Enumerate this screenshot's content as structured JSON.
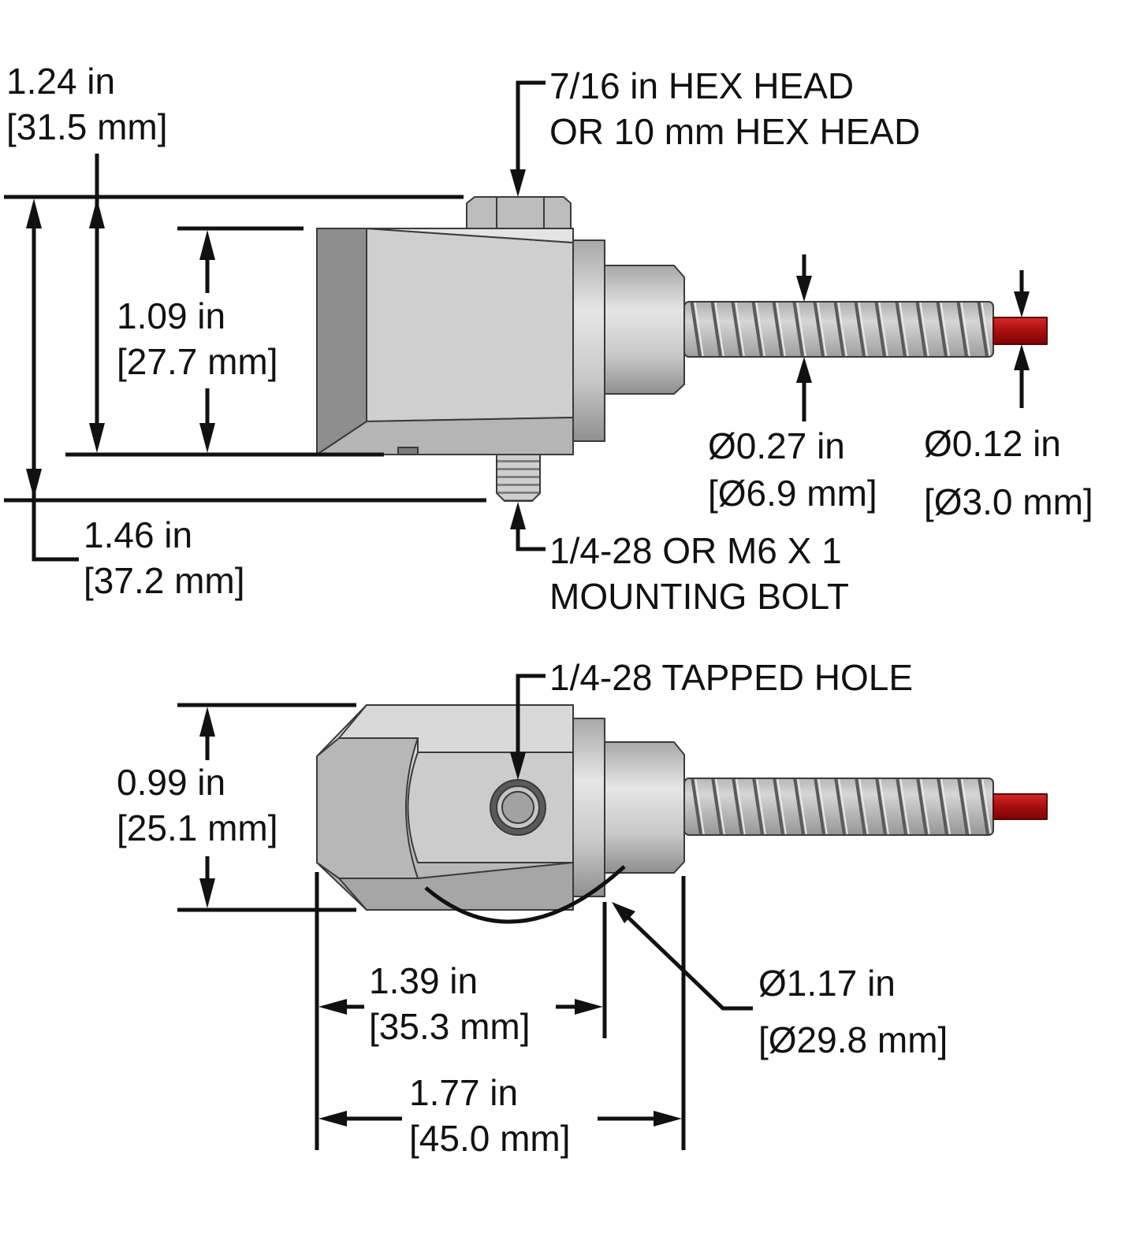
{
  "side_view": {
    "overall_height": {
      "in": "1.24 in",
      "mm": "[31.5 mm]"
    },
    "body_height": {
      "in": "1.09 in",
      "mm": "[27.7 mm]"
    },
    "total_height": {
      "in": "1.46 in",
      "mm": "[37.2 mm]"
    },
    "hex_head": {
      "line1": "7/16 in HEX HEAD",
      "line2": "OR 10 mm HEX HEAD"
    },
    "mounting_bolt": {
      "line1": "1/4-28 OR M6 X 1",
      "line2": "MOUNTING BOLT"
    },
    "cable_diameter": {
      "in": "Ø0.27 in",
      "mm": "[Ø6.9 mm]"
    },
    "wire_diameter": {
      "in": "Ø0.12 in",
      "mm": "[Ø3.0 mm]"
    }
  },
  "top_view": {
    "tapped_hole": "1/4-28 TAPPED HOLE",
    "body_width": {
      "in": "0.99 in",
      "mm": "[25.1 mm]"
    },
    "body_length": {
      "in": "1.39 in",
      "mm": "[35.3 mm]"
    },
    "overall_length": {
      "in": "1.77 in",
      "mm": "[45.0 mm]"
    },
    "swing_diameter": {
      "in": "Ø1.17 in",
      "mm": "[Ø29.8 mm]"
    }
  },
  "colors": {
    "metal_light": "#cfcfcf",
    "metal_mid": "#b9b9b9",
    "metal_dark": "#8e8e8e",
    "outline": "#3a3a3a",
    "dimension_line": "#111111",
    "wire_red": "#b01010"
  }
}
